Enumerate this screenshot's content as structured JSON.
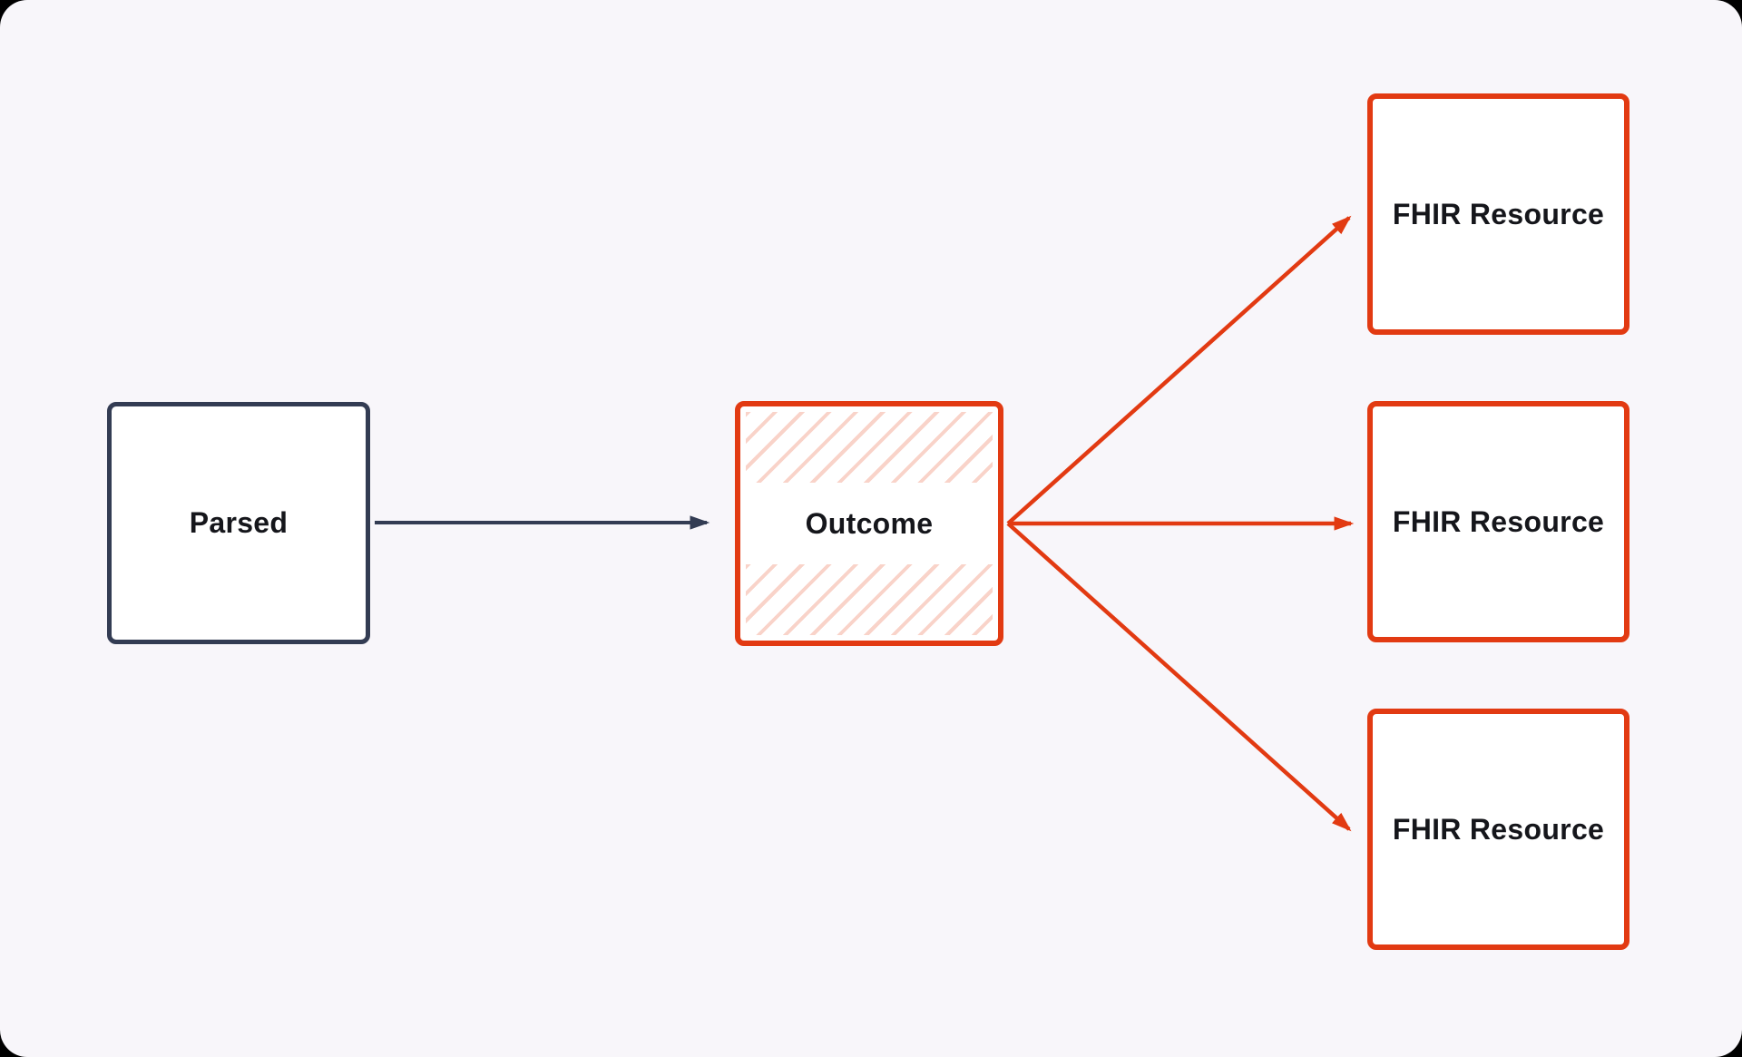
{
  "diagram": {
    "nodes": {
      "parsed": {
        "label": "Parsed",
        "border_color": "#333c53",
        "fill": "#ffffff"
      },
      "outcome": {
        "label": "Outcome",
        "border_color": "#e23a12",
        "fill": "#ffffff",
        "fill_pattern": "pink-diagonal-hatch-top-and-bottom",
        "hatch_color": "#f9d3c9"
      },
      "fhir_top": {
        "label": "FHIR Resource",
        "border_color": "#e23a12",
        "fill": "#ffffff"
      },
      "fhir_middle": {
        "label": "FHIR Resource",
        "border_color": "#e23a12",
        "fill": "#ffffff"
      },
      "fhir_bottom": {
        "label": "FHIR Resource",
        "border_color": "#e23a12",
        "fill": "#ffffff"
      }
    },
    "edges": [
      {
        "from": "parsed",
        "to": "outcome",
        "color": "#333c53",
        "style": "straight-arrow"
      },
      {
        "from": "outcome",
        "to": "fhir_top",
        "color": "#e23a12",
        "style": "straight-arrow"
      },
      {
        "from": "outcome",
        "to": "fhir_middle",
        "color": "#e23a12",
        "style": "straight-arrow"
      },
      {
        "from": "outcome",
        "to": "fhir_bottom",
        "color": "#e23a12",
        "style": "straight-arrow"
      }
    ],
    "colors": {
      "background": "#f8f6fa",
      "navy": "#333c53",
      "red": "#e23a12",
      "hatch_pink": "#f9d3c9",
      "node_fill": "#ffffff",
      "text": "#15161b"
    }
  }
}
